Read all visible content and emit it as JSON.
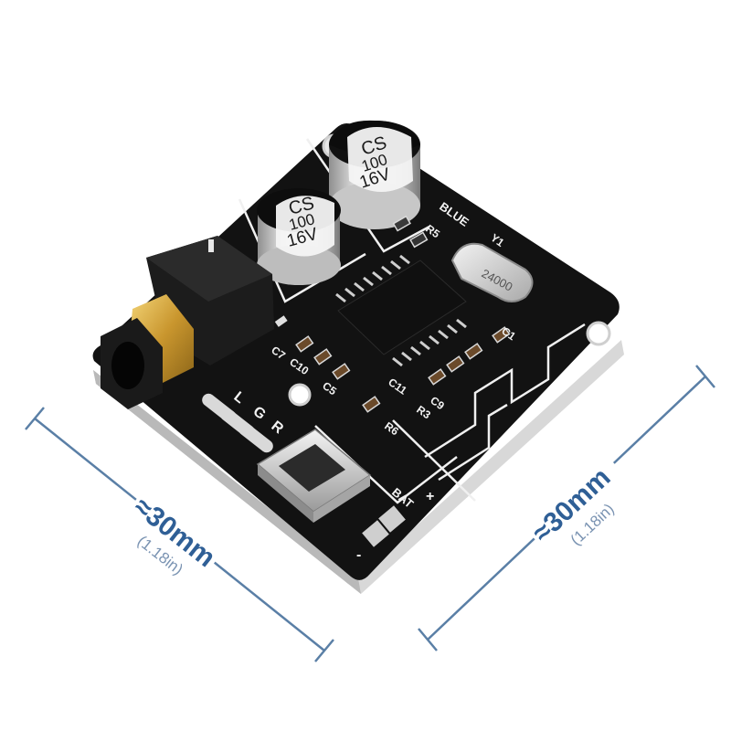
{
  "capacitors": [
    {
      "brand": "CS",
      "value": "100",
      "voltage": "16V"
    },
    {
      "brand": "CS",
      "value": "100",
      "voltage": "16V"
    }
  ],
  "silkscreen": {
    "led_label": "BLUE",
    "crystal_ref": "Y1",
    "crystal_marking": "24000",
    "resistor_r5": "R5",
    "resistor_r6": "R6",
    "cap_c1": "C1",
    "cap_c11": "C11",
    "cap_c7": "C7",
    "cap_c10": "C10",
    "resistor_r3": "R3",
    "cap_c5": "C5",
    "cap_c9": "C9",
    "audio_left": "L",
    "audio_ground": "G",
    "audio_right": "R",
    "battery": "BAT",
    "plus": "+",
    "minus": "-"
  },
  "dimensions": {
    "left": {
      "main": "≈30mm",
      "sub": "(1.18in)"
    },
    "right": {
      "main": "≈30mm",
      "sub": "(1.18in)"
    }
  },
  "colors": {
    "board": "#121212",
    "dimension_line": "#5a7fa6",
    "dimension_text": "#2f5f96"
  }
}
